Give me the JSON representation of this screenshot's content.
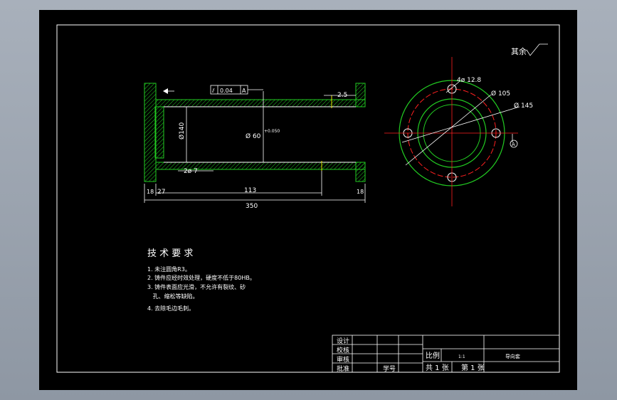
{
  "surface_finish": {
    "label": "其余"
  },
  "tolerance_frame": {
    "symbol": "⫽",
    "value": "0.04",
    "datum": "A"
  },
  "dims": {
    "wall": "2.5",
    "dia_outer": "Ø140",
    "dia_bore": "Ø 60",
    "dia_bore_tol": "+0.050",
    "holes_small": "2ø 7",
    "len_total": "350",
    "len_inner": "113",
    "flange_left": "27",
    "flange_w_left": "18",
    "flange_w_right": "18"
  },
  "end_view": {
    "holes": "4ø 12.8",
    "pcd": "Ø 105",
    "od": "Ø 145",
    "datum": "A"
  },
  "tech_req": {
    "title": "技 术 要 求",
    "items": [
      "1. 未注圆角R3。",
      "2. 铸件应经时效处理，硬度不低于80HB。",
      "3. 铸件表面应光滑，不允许有裂纹、砂",
      "   孔、缩松等缺陷。",
      "4. 去除毛边毛刺。"
    ]
  },
  "title_block": {
    "design": "设计",
    "check": "校核",
    "review": "审核",
    "approve": "批准",
    "seq": "学号",
    "scale_label": "比例",
    "scale_value": "1:1",
    "part_name": "导向套",
    "sheets": "共 1 张",
    "sheet_no": "第 1 张"
  },
  "colors": {
    "line": "#ffffff",
    "green": "#22cc22",
    "red": "#ff2020",
    "yellow": "#e6e600",
    "hatch": "#22cc22"
  }
}
